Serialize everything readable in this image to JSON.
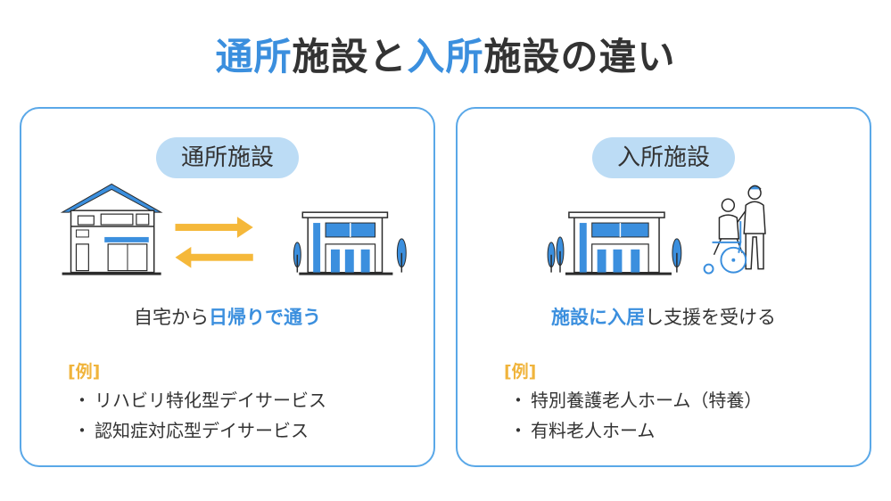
{
  "title": {
    "part1": "通所",
    "part2": "施設と",
    "part3": "入所",
    "part4": "施設の違い"
  },
  "colors": {
    "accent_blue": "#3b8fde",
    "panel_border": "#5aa8e8",
    "pill_bg": "#bcdcf5",
    "arrow_yellow": "#f5b83a",
    "example_yellow": "#f0b43c",
    "text_dark": "#333333"
  },
  "left_panel": {
    "label": "通所施設",
    "caption_plain": "自宅から",
    "caption_emphasis": "日帰りで通う",
    "example_title": "[例]",
    "examples": [
      "リハビリ特化型デイサービス",
      "認知症対応型デイサービス"
    ],
    "illustration": [
      "house-icon",
      "two-way-arrows-icon",
      "facility-building-icon",
      "tree-icon"
    ]
  },
  "right_panel": {
    "label": "入所施設",
    "caption_emphasis": "施設に入居",
    "caption_plain": "し支援を受ける",
    "example_title": "[例]",
    "examples": [
      "特別養護老人ホーム（特養）",
      "有料老人ホーム"
    ],
    "illustration": [
      "facility-building-icon",
      "tree-icon",
      "caregiver-wheelchair-icon"
    ]
  }
}
